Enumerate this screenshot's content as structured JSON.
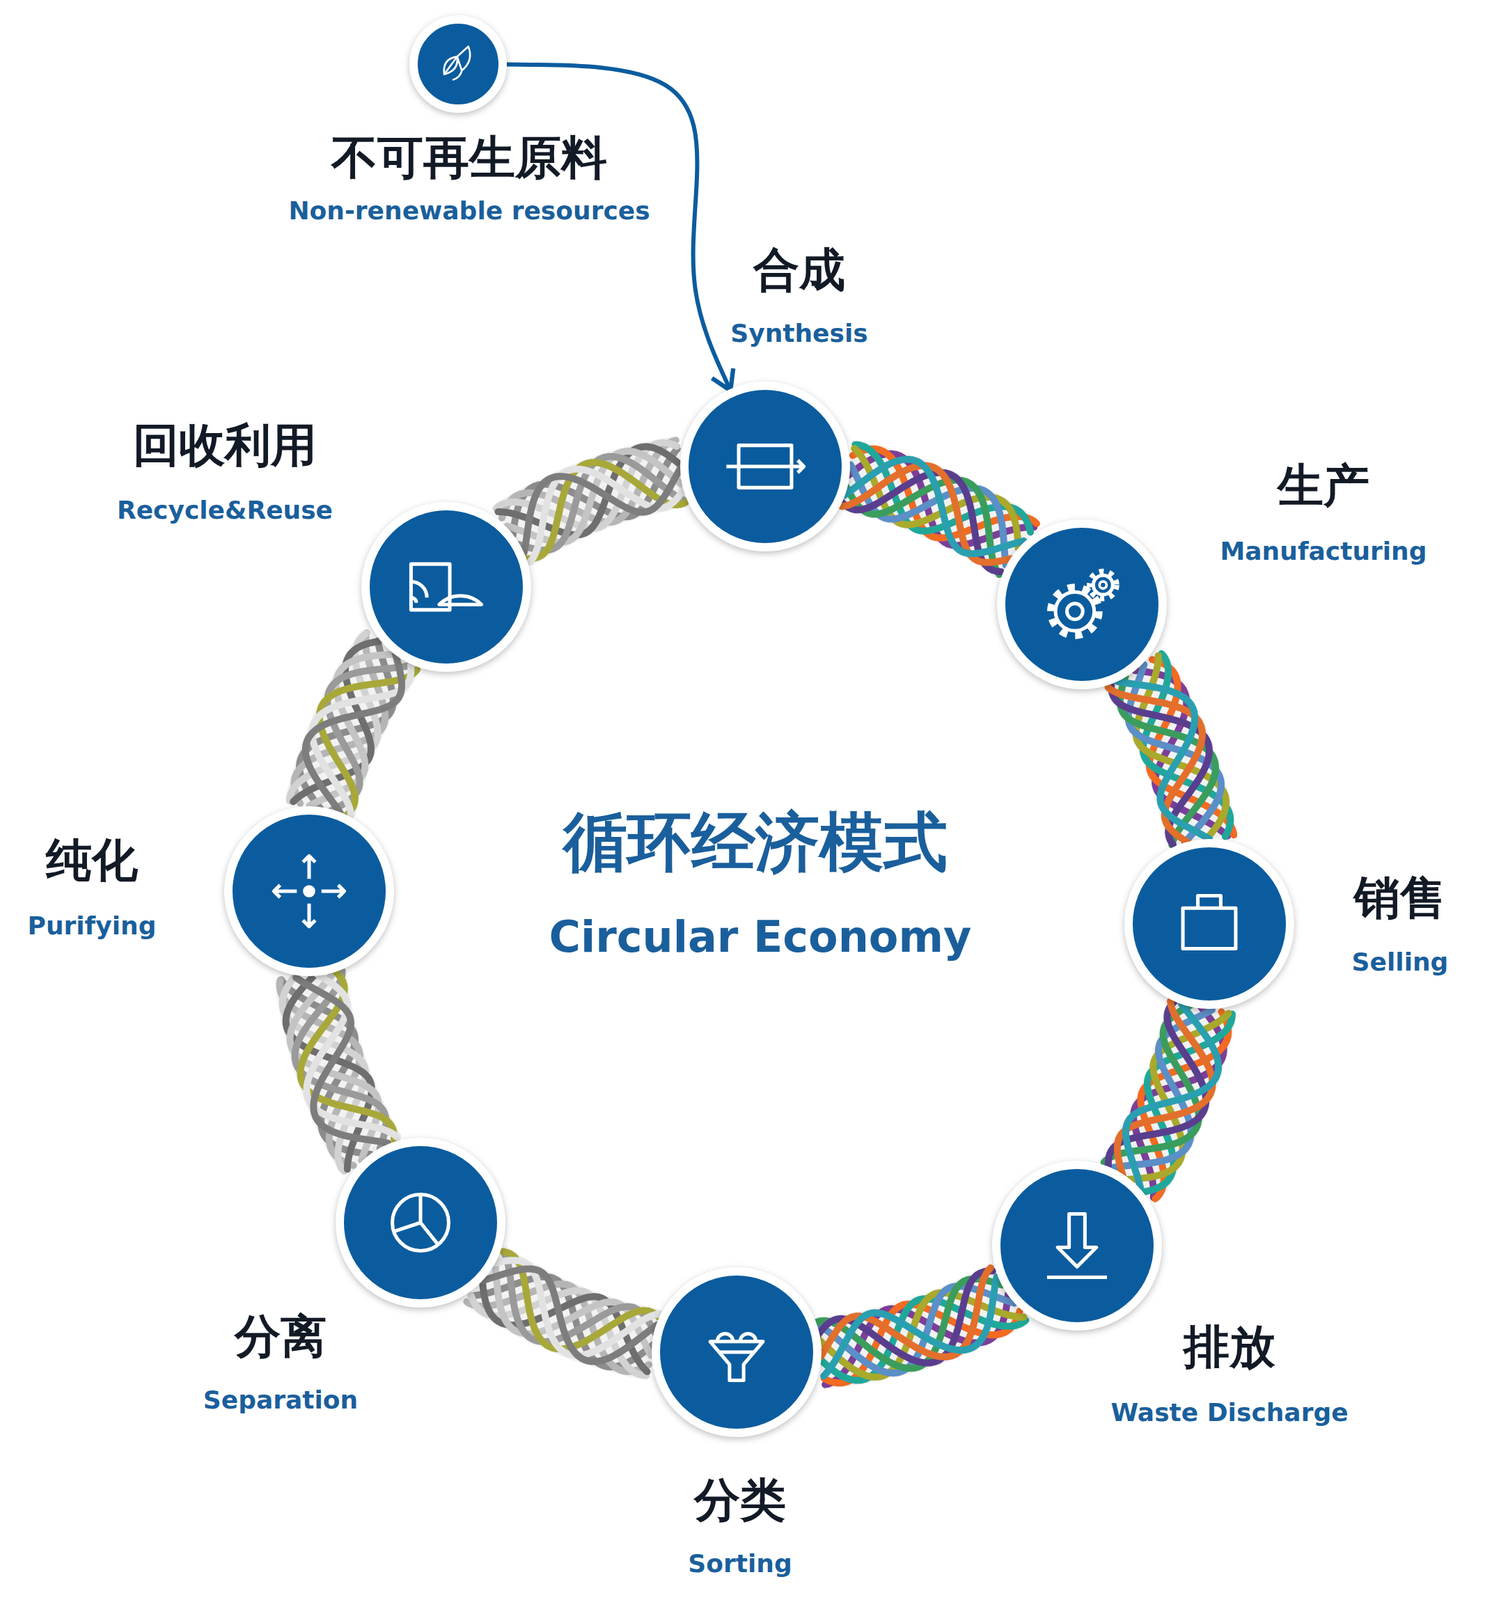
{
  "diagram": {
    "title": "循环经济模式",
    "nodes": [
      {
        "text": [
          "不可再生原料",
          "Non-renewable resources"
        ]
      },
      {
        "text": [
          "合成",
          "Synthesis"
        ]
      },
      {
        "text": [
          "生产",
          "Manufacturing"
        ]
      },
      {
        "text": [
          "销售",
          "Selling"
        ]
      },
      {
        "text": [
          "排放",
          "Waste Discharge"
        ]
      },
      {
        "text": [
          "分类",
          "Sorting"
        ]
      },
      {
        "text": [
          "分离",
          "Separation"
        ]
      },
      {
        "text": [
          "纯化",
          "Purifying"
        ]
      },
      {
        "text": [
          "回收利用",
          "Recycle&Reuse"
        ]
      }
    ],
    "edges": [
      {
        "from": 0,
        "to": 1,
        "arrow": "to"
      },
      {
        "from": 1,
        "to": 2,
        "arrow": "none"
      },
      {
        "from": 2,
        "to": 3,
        "arrow": "none"
      },
      {
        "from": 3,
        "to": 4,
        "arrow": "none"
      },
      {
        "from": 4,
        "to": 5,
        "arrow": "none"
      },
      {
        "from": 5,
        "to": 6,
        "arrow": "none"
      },
      {
        "from": 6,
        "to": 7,
        "arrow": "none"
      },
      {
        "from": 7,
        "to": 8,
        "arrow": "none"
      },
      {
        "from": 8,
        "to": 1,
        "arrow": "none"
      }
    ],
    "labels": [
      "Circular Economy"
    ]
  }
}
